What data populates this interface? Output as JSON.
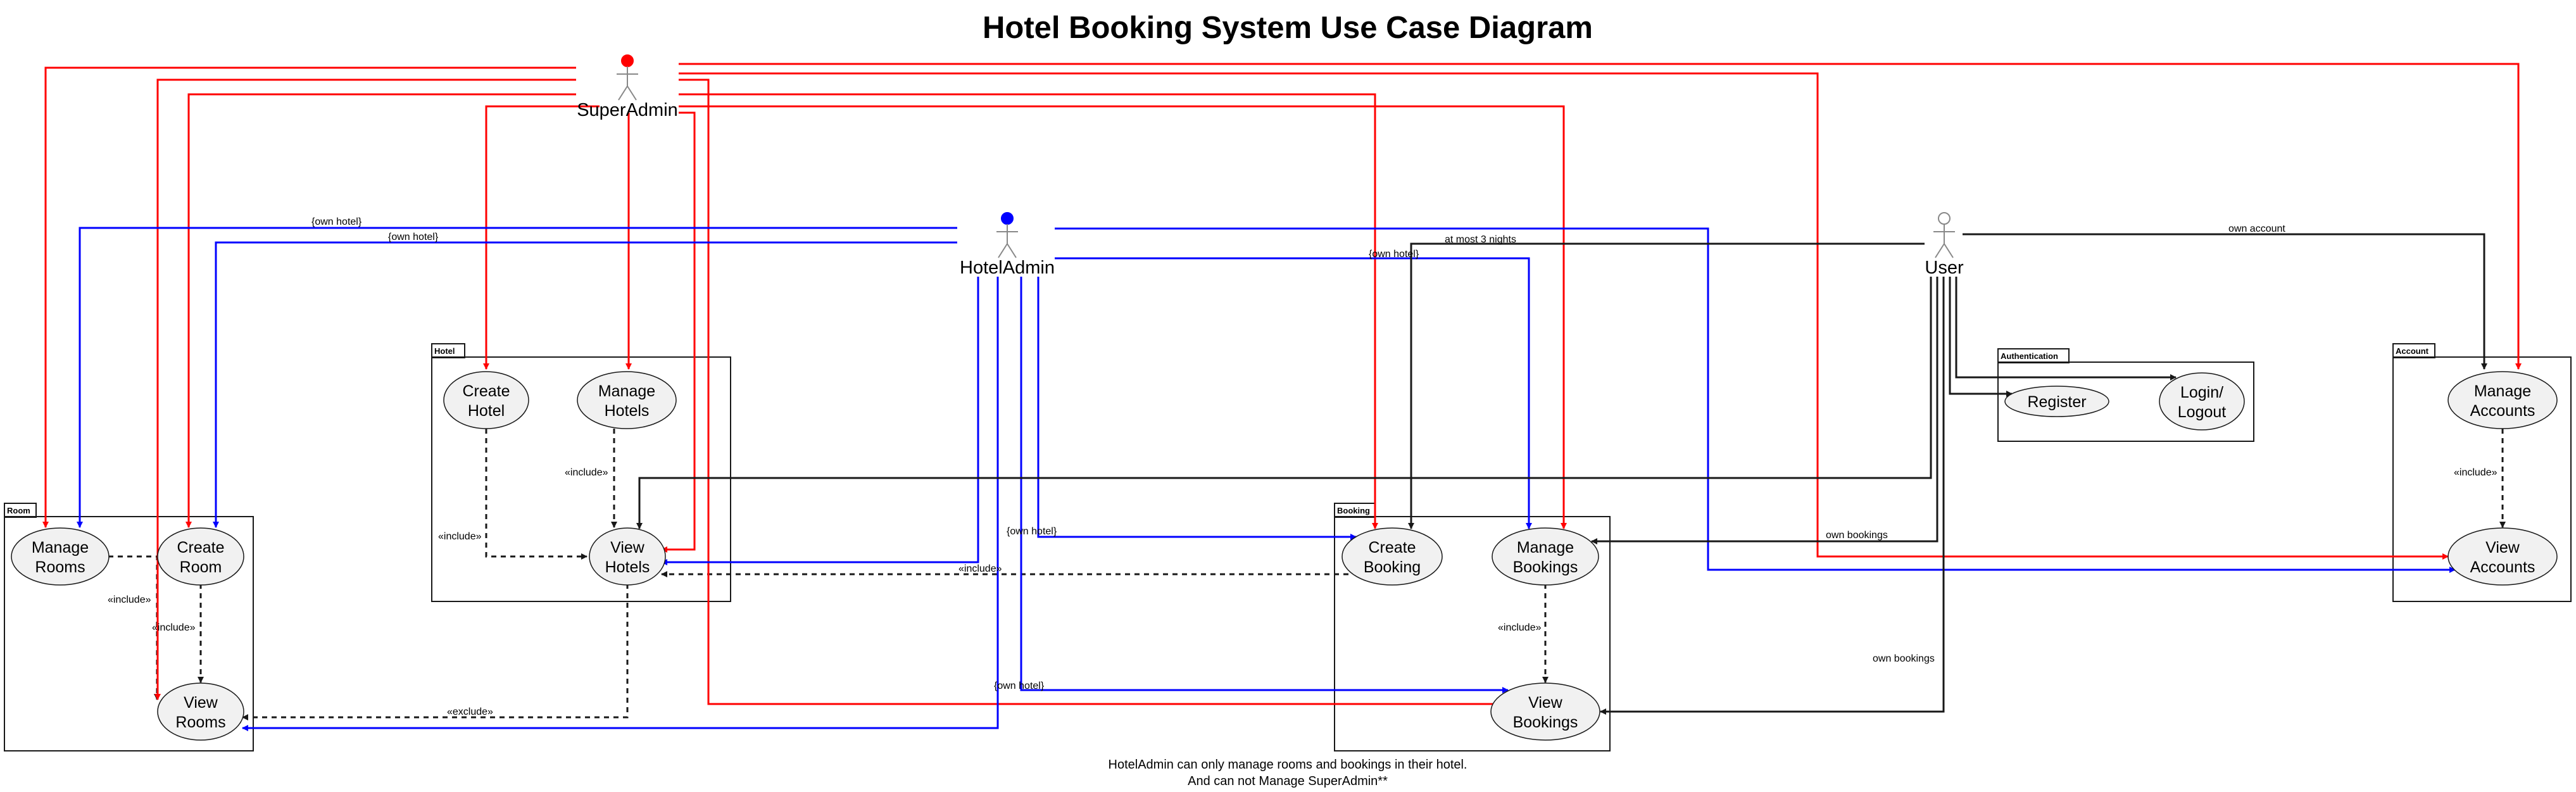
{
  "title": "Hotel Booking System Use Case Diagram",
  "actors": {
    "superadmin": "SuperAdmin",
    "hoteladmin": "HotelAdmin",
    "user": "User"
  },
  "packages": {
    "room": "Room",
    "hotel": "Hotel",
    "booking": "Booking",
    "authentication": "Authentication",
    "account": "Account"
  },
  "usecases": {
    "manage_rooms": [
      "Manage",
      "Rooms"
    ],
    "create_room": [
      "Create",
      "Room"
    ],
    "view_rooms": [
      "View",
      "Rooms"
    ],
    "create_hotel": [
      "Create",
      "Hotel"
    ],
    "manage_hotels": [
      "Manage",
      "Hotels"
    ],
    "view_hotels": [
      "View",
      "Hotels"
    ],
    "create_booking": [
      "Create",
      "Booking"
    ],
    "manage_bookings": [
      "Manage",
      "Bookings"
    ],
    "view_bookings": [
      "View",
      "Bookings"
    ],
    "register": [
      "Register"
    ],
    "login_logout": [
      "Login/",
      "Logout"
    ],
    "manage_accounts": [
      "Manage",
      "Accounts"
    ],
    "view_accounts": [
      "View",
      "Accounts"
    ]
  },
  "edge_labels": {
    "own_hotel": "{own hotel}",
    "at_most_3_nights": "at most 3 nights",
    "own_account": "own account",
    "own_bookings": "own bookings",
    "include": "«include»",
    "exclude": "«exclude»"
  },
  "note": [
    "HotelAdmin can only manage rooms and bookings in their hotel.",
    "And can not Manage SuperAdmin**"
  ],
  "colors": {
    "superadmin": "#ff0000",
    "hoteladmin": "#0000ff",
    "user": "#181818"
  }
}
